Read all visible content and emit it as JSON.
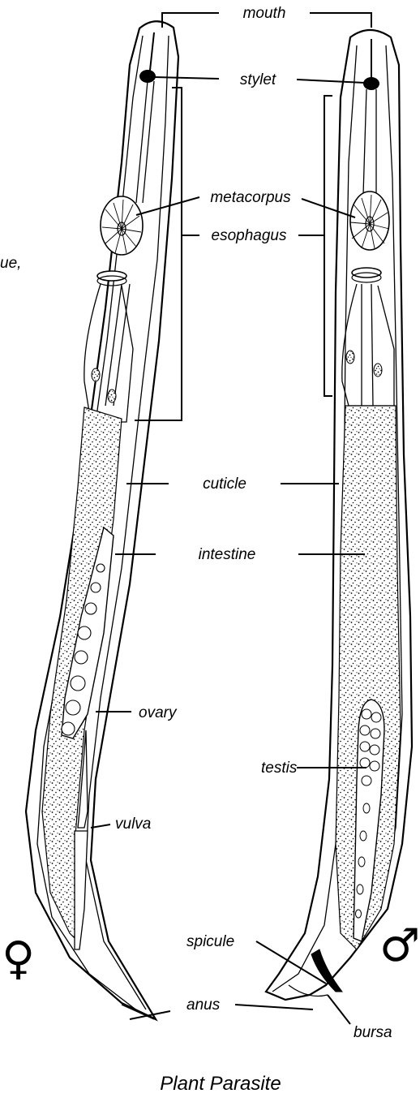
{
  "title": "Plant Parasite",
  "edge_fragment": "ue,",
  "labels": {
    "mouth": "mouth",
    "stylet": "stylet",
    "metacorpus": "metacorpus",
    "esophagus": "esophagus",
    "cuticle": "cuticle",
    "intestine": "intestine",
    "ovary": "ovary",
    "testis": "testis",
    "vulva": "vulva",
    "spicule": "spicule",
    "anus": "anus",
    "bursa": "bursa"
  },
  "symbols": {
    "female": "♀",
    "male": "♂"
  }
}
